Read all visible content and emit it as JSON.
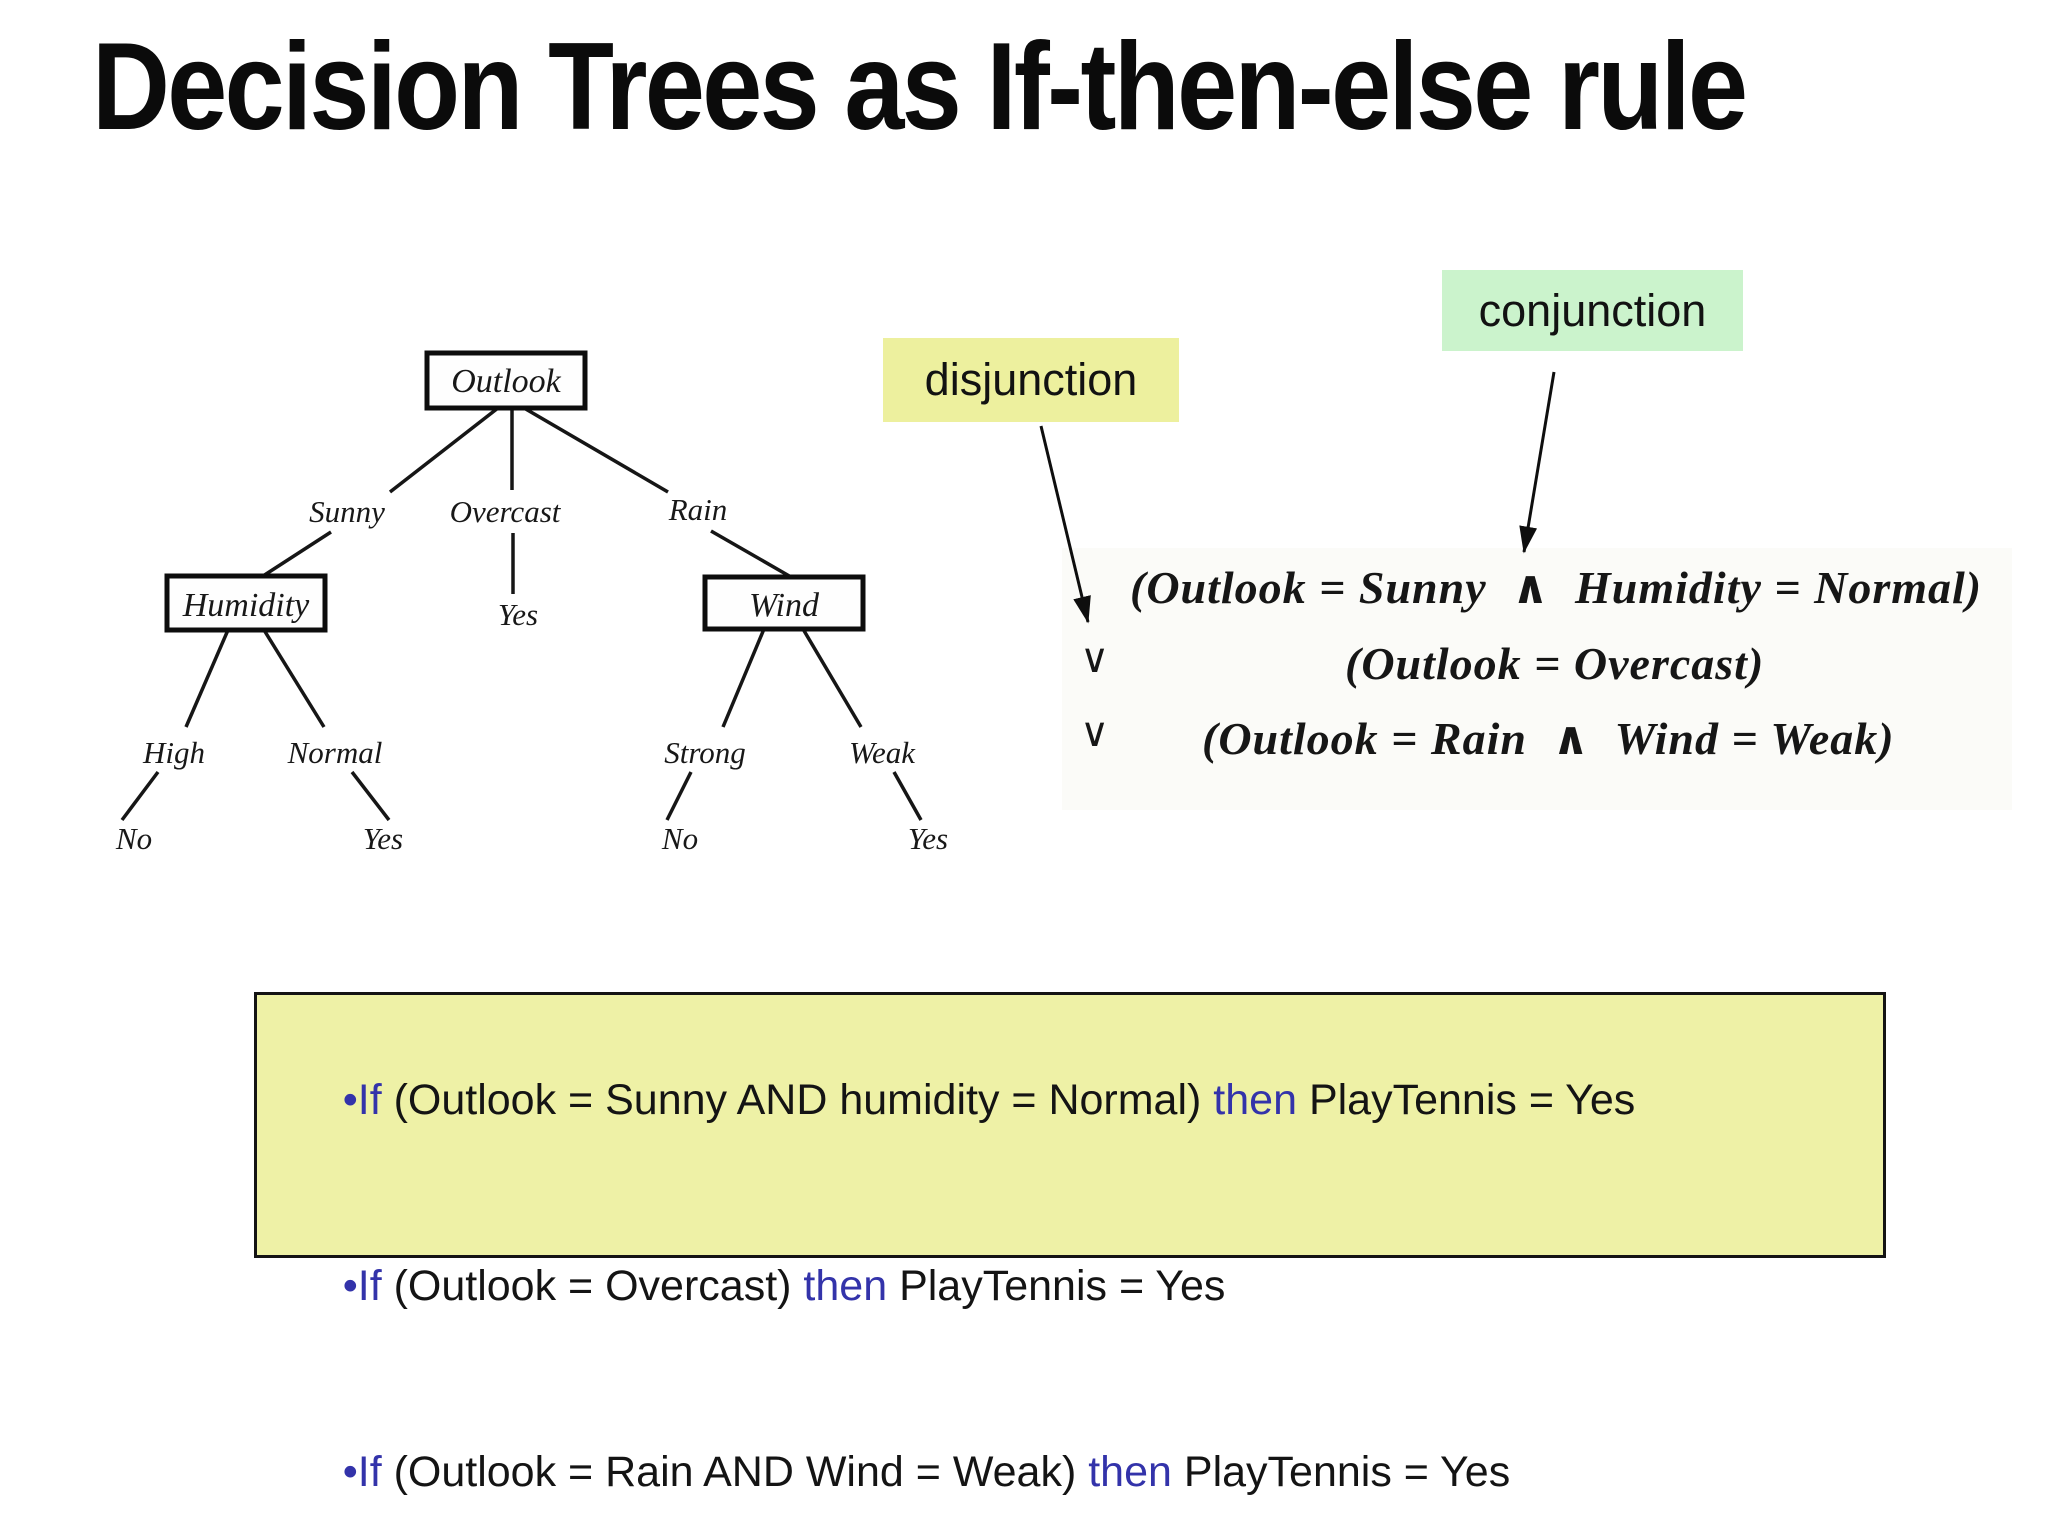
{
  "title": "Decision Trees as If-then-else rule",
  "callouts": {
    "disjunction": "disjunction",
    "conjunction": "conjunction"
  },
  "tree": {
    "outlook": "Outlook",
    "sunny": "Sunny",
    "overcast": "Overcast",
    "rain": "Rain",
    "humidity": "Humidity",
    "wind": "Wind",
    "overcast_leaf": "Yes",
    "high": "High",
    "normal": "Normal",
    "strong": "Strong",
    "weak": "Weak",
    "high_leaf": "No",
    "normal_leaf": "Yes",
    "strong_leaf": "No",
    "weak_leaf": "Yes"
  },
  "formula": {
    "lines": [
      {
        "prefix": "",
        "text": "(Outlook = Sunny  ∧  Humidity = Normal)"
      },
      {
        "prefix": "∨",
        "text": "(Outlook = Overcast)"
      },
      {
        "prefix": "∨",
        "text": "(Outlook = Rain  ∧  Wind = Weak)"
      }
    ]
  },
  "rules": {
    "lines": [
      {
        "bullet_if": "•If",
        "condition": " (Outlook = Sunny AND humidity = Normal) ",
        "then_word": "then",
        "result": " PlayTennis = Yes"
      },
      {
        "bullet_if": "•If",
        "condition": " (Outlook = Overcast) ",
        "then_word": "then",
        "result": " PlayTennis = Yes"
      },
      {
        "bullet_if": "•If",
        "condition": " (Outlook = Rain AND Wind = Weak) ",
        "then_word": "then",
        "result": " PlayTennis = Yes"
      }
    ]
  },
  "colors": {
    "disjunction_bg": "#edf09e",
    "conjunction_bg": "#cbf3cc",
    "rules_bg": "#eef1a6",
    "accent_blue": "#3333aa",
    "ink": "#141414"
  }
}
